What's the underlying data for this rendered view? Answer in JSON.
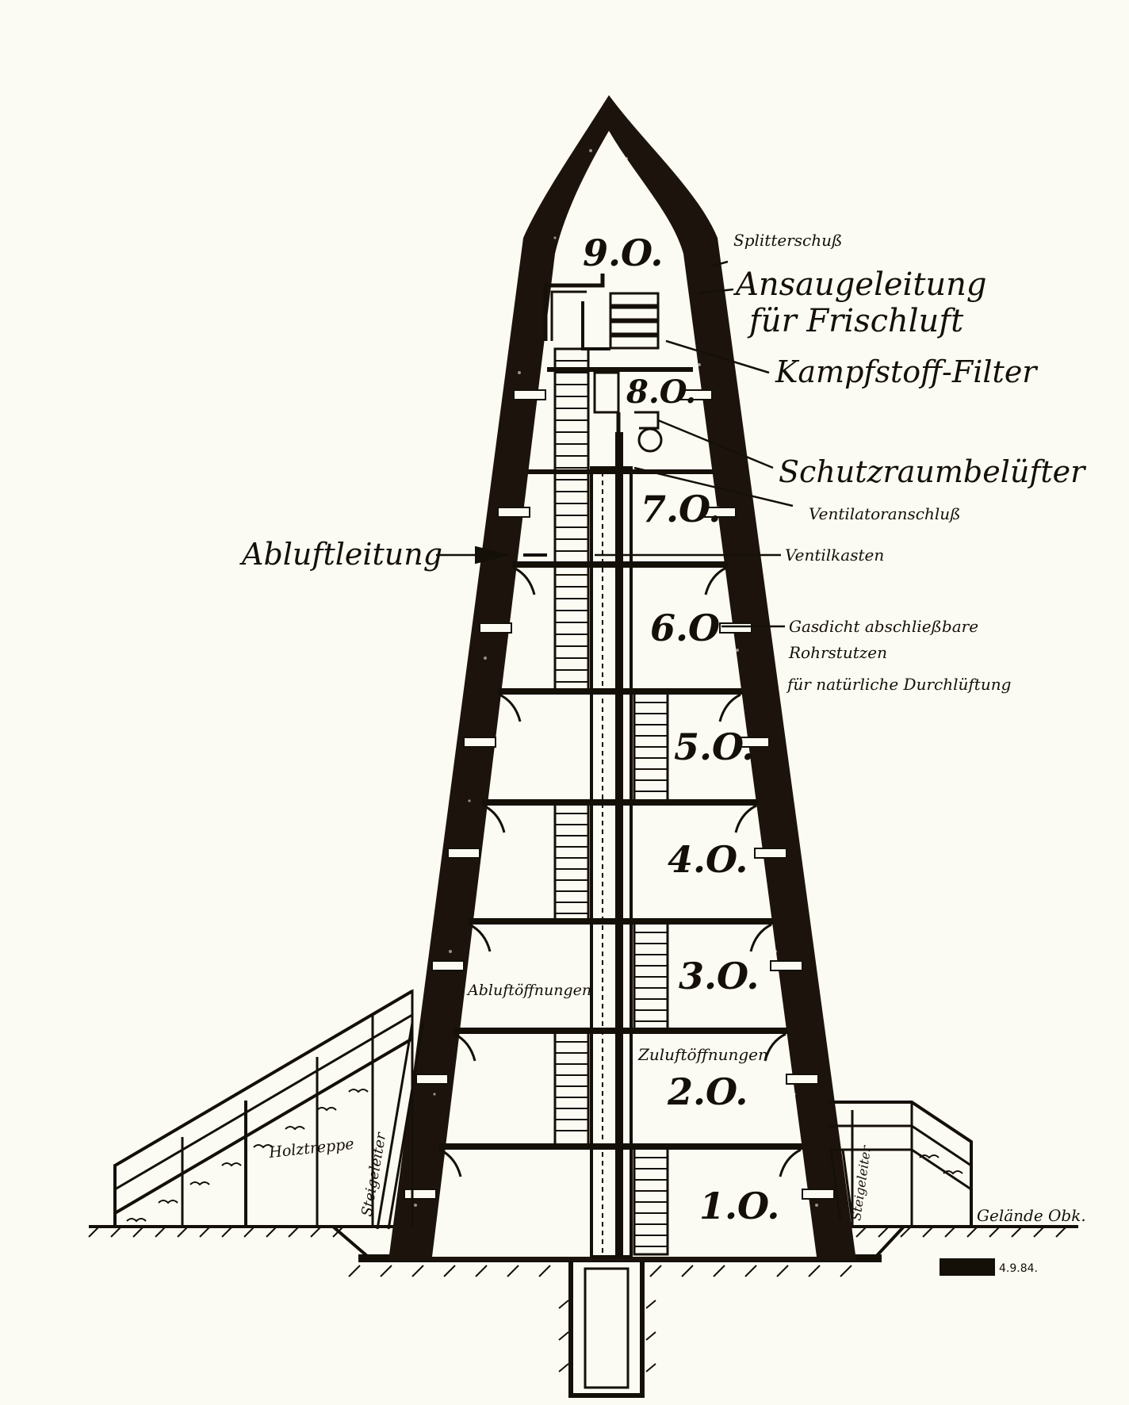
{
  "floors": [
    "9.O.",
    "8.O.",
    "7.O.",
    "6.O",
    "5.O.",
    "4.O.",
    "3.O.",
    "2.O.",
    "1.O."
  ],
  "annotations": {
    "splitterschutz": "Splitterschuß",
    "ansaug_1": "Ansaugeleitung",
    "ansaug_2": "für Frischluft",
    "kampfstoff": "Kampfstoff-Filter",
    "schutzraum": "Schutzraumbelüfter",
    "ventilator": "Ventilatoranschluß",
    "abluftleitung": "Abluftleitung",
    "ventilkasten": "Ventilkasten",
    "gasdicht_1": "Gasdicht abschließbare",
    "gasdicht_2": "Rohrstutzen",
    "gasdicht_3": "für natürliche Durchlüftung",
    "abluftoeffnungen": "Abluftöffnungen",
    "zuluftoeffnungen": "Zuluftöffnungen",
    "holztreppe": "Holztreppe",
    "steigeleiter_left": "Steigeleiter",
    "steigeleiter_right": "Steigeleiter",
    "gelaende": "Gelände Obk.",
    "stamp_code": "4.9.84."
  },
  "colors": {
    "ink": "#141008",
    "paper": "#fbfaf3"
  }
}
